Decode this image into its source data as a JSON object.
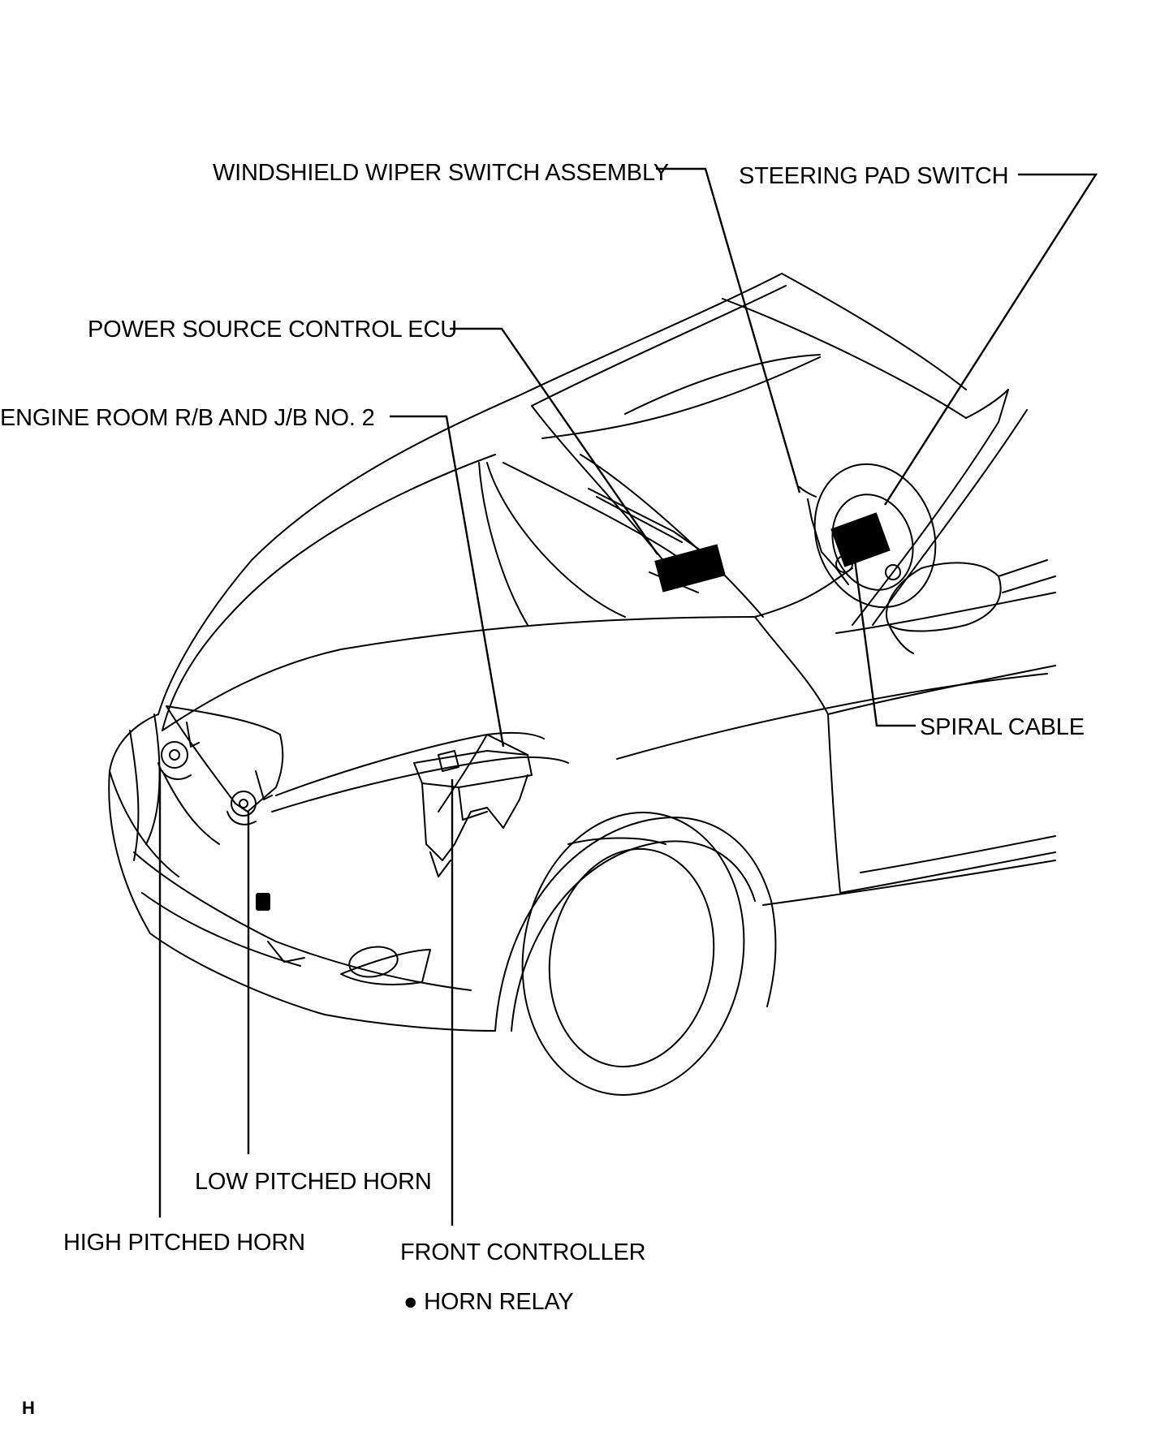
{
  "callouts": {
    "windshield_wiper_switch": "WINDSHIELD WIPER SWITCH ASSEMBLY",
    "steering_pad_switch": "STEERING PAD SWITCH",
    "power_source_control_ecu": "POWER SOURCE CONTROL ECU",
    "engine_room_rb_jb": "ENGINE ROOM R/B AND J/B NO. 2",
    "spiral_cable": "SPIRAL CABLE",
    "low_pitched_horn": "LOW PITCHED HORN",
    "high_pitched_horn": "HIGH PITCHED HORN",
    "front_controller": "FRONT CONTROLLER",
    "horn_relay": "● HORN RELAY"
  },
  "corner_mark": "H"
}
